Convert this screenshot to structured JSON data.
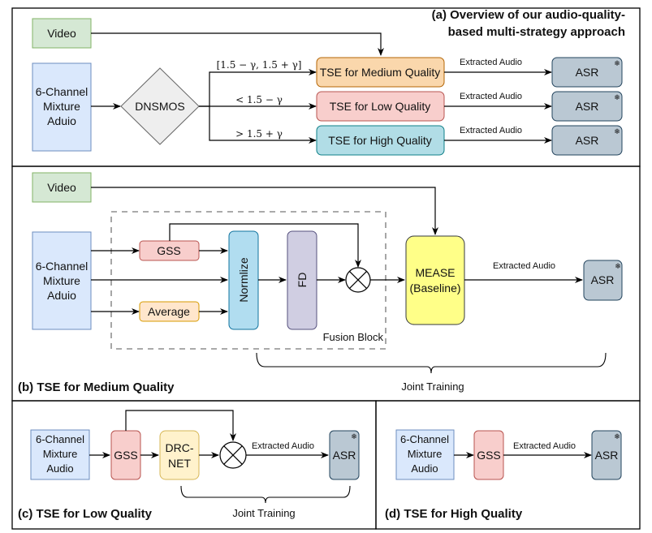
{
  "panel_a": {
    "title_line1": "(a) Overview of our audio-quality-",
    "title_line2": "based multi-strategy approach",
    "video": "Video",
    "mixture": [
      "6-Channel",
      "Mixture",
      "Aduio"
    ],
    "dnsmos": "DNSMOS",
    "conditions": {
      "medium": "[1.5 − γ, 1.5 + γ]",
      "low": "< 1.5 − γ",
      "high": "> 1.5 + γ"
    },
    "tse_medium": "TSE for Medium Quality",
    "tse_low": "TSE for Low Quality",
    "tse_high": "TSE for High Quality",
    "extracted_audio": "Extracted Audio",
    "asr": "ASR"
  },
  "panel_b": {
    "title": "(b) TSE for Medium Quality",
    "video": "Video",
    "mixture": [
      "6-Channel",
      "Mixture",
      "Aduio"
    ],
    "gss": "GSS",
    "average": "Average",
    "normalize": "Normlize",
    "fd": "FD",
    "fusion_block": "Fusion Block",
    "mease": [
      "MEASE",
      "(Baseline)"
    ],
    "extracted_audio": "Extracted Audio",
    "asr": "ASR",
    "joint_training": "Joint Training"
  },
  "panel_c": {
    "title": "(c) TSE for Low Quality",
    "mixture": [
      "6-Channel",
      "Mixture",
      "Audio"
    ],
    "gss": "GSS",
    "drcnet": [
      "DRC-",
      "NET"
    ],
    "extracted_audio": "Extracted Audio",
    "asr": "ASR",
    "joint_training": "Joint Training"
  },
  "panel_d": {
    "title": "(d) TSE for High Quality",
    "mixture": [
      "6-Channel",
      "Mixture",
      "Audio"
    ],
    "gss": "GSS",
    "extracted_audio": "Extracted Audio",
    "asr": "ASR"
  },
  "colors": {
    "video": "#d5e8d4",
    "mixture": "#dae8fc",
    "dnsmos": "#eeeeee",
    "tse_medium": "#fad7ac",
    "tse_low": "#f8cecc",
    "tse_high": "#b1dde6",
    "asr": "#bac8d3",
    "gss": "#f8cecc",
    "average": "#ffe6cc",
    "normalize": "#b1ddf0",
    "fd": "#d0cee2",
    "mease": "#ffff88",
    "drcnet": "#fff2cc"
  }
}
